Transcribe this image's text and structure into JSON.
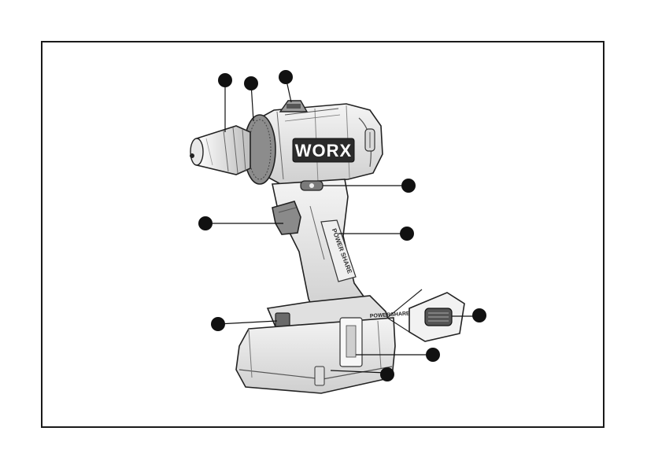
{
  "brand": {
    "name": "WORX",
    "logo_text": "WORX"
  },
  "side_label": {
    "text": "POWER SHARE"
  },
  "battery_label": {
    "text": "POWERSHARE"
  },
  "callouts": [
    {
      "id": "keyless-chuck"
    },
    {
      "id": "clutch-collar"
    },
    {
      "id": "gear-selector"
    },
    {
      "id": "direction-switch"
    },
    {
      "id": "handle-grip"
    },
    {
      "id": "trigger-switch"
    },
    {
      "id": "battery-release"
    },
    {
      "id": "battery-indicator-button"
    },
    {
      "id": "battery-pack"
    },
    {
      "id": "battery-charge-indicator"
    }
  ]
}
